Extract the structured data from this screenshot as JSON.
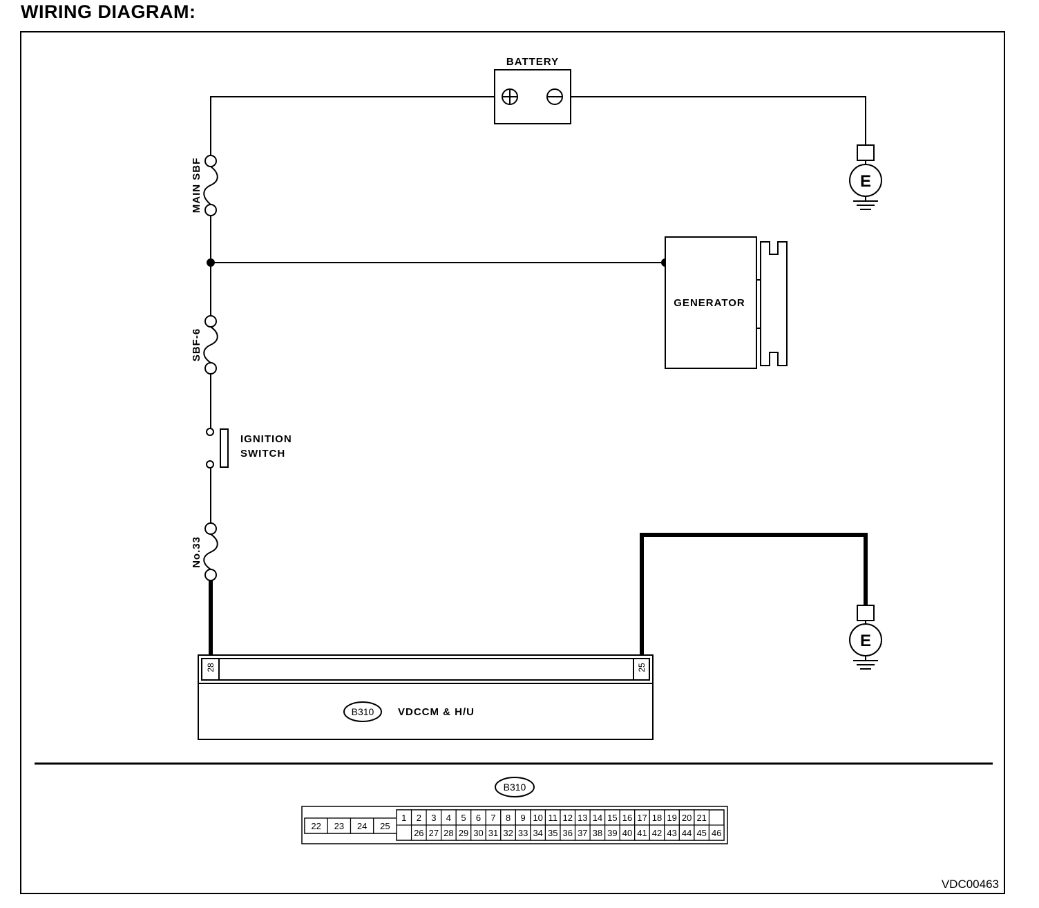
{
  "page_title": "WIRING DIAGRAM:",
  "figure_code": "VDC00463",
  "components": {
    "battery": {
      "label": "BATTERY",
      "plus_symbol": "⊕",
      "minus_symbol": "⊖"
    },
    "main_fuse": {
      "label": "MAIN SBF"
    },
    "sbf6_fuse": {
      "label": "SBF-6"
    },
    "ignition_switch": {
      "line1": "IGNITION",
      "line2": "SWITCH"
    },
    "fuse_33": {
      "label": "No.33"
    },
    "generator": {
      "label": "GENERATOR"
    },
    "ground_top": {
      "label": "E"
    },
    "ground_bottom": {
      "label": "E"
    },
    "vdccm": {
      "connector_id": "B310",
      "label": "VDCCM & H/U",
      "pin_left": "28",
      "pin_right": "25"
    }
  },
  "connector_view": {
    "id": "B310",
    "left_pins": [
      "22",
      "23",
      "24",
      "25"
    ],
    "top_row": [
      "1",
      "2",
      "3",
      "4",
      "5",
      "6",
      "7",
      "8",
      "9",
      "10",
      "11",
      "12",
      "13",
      "14",
      "15",
      "16",
      "17",
      "18",
      "19",
      "20",
      "21"
    ],
    "bottom_row": [
      "26",
      "27",
      "28",
      "29",
      "30",
      "31",
      "32",
      "33",
      "34",
      "35",
      "36",
      "37",
      "38",
      "39",
      "40",
      "41",
      "42",
      "43",
      "44",
      "45",
      "46"
    ]
  }
}
